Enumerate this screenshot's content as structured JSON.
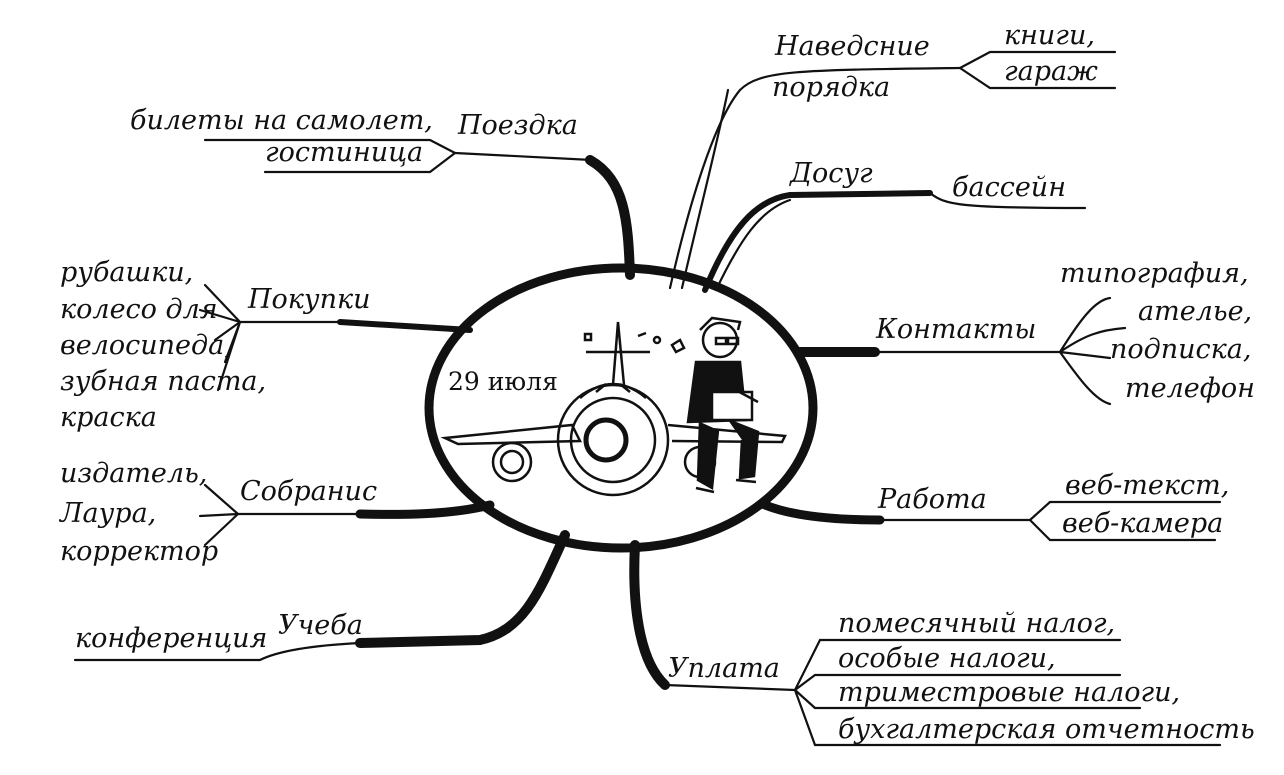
{
  "center": {
    "date": "29 июля"
  },
  "branches": {
    "poezdka": {
      "label": "Поездка",
      "items": [
        "билеты на самолет,",
        "гостиница"
      ]
    },
    "navedenie": {
      "label_line1": "Наведсние",
      "label_line2": "порядка",
      "items": [
        "книги,",
        "гараж"
      ]
    },
    "dosug": {
      "label": "Досуг",
      "items": [
        "бассейн"
      ]
    },
    "pokupki": {
      "label": "Покупки",
      "items": [
        "рубашки,",
        "колесо для",
        "велосипеда,",
        "зубная паста,",
        "краска"
      ]
    },
    "kontakty": {
      "label": "Контакты",
      "items": [
        "типография,",
        "ателье,",
        "подписка,",
        "телефон"
      ]
    },
    "sobranie": {
      "label": "Собранис",
      "items": [
        "издатель,",
        "Лаура,",
        "корректор"
      ]
    },
    "rabota": {
      "label": "Работа",
      "items": [
        "веб-текст,",
        "веб-камера"
      ]
    },
    "ucheba": {
      "label": "Учеба",
      "items": [
        "конференция"
      ]
    },
    "uplata": {
      "label": "Уплата",
      "items": [
        "помесячный налог,",
        "особые налоги,",
        "триместровые налоги,",
        "бухгалтерская отчетность"
      ]
    }
  }
}
